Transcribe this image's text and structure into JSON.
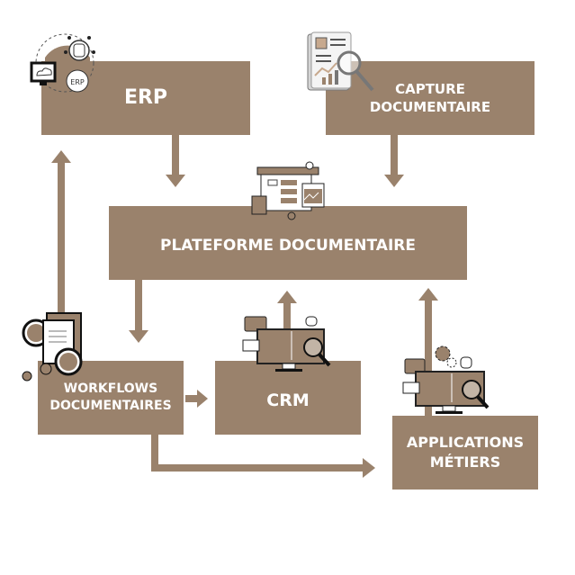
{
  "diagram": {
    "accent_color": "#9a826c",
    "nodes": {
      "erp": {
        "label": "ERP",
        "icon": "erp-network-icon"
      },
      "capture": {
        "line1": "CAPTURE",
        "line2": "DOCUMENTAIRE",
        "icon": "document-analysis-icon"
      },
      "plateforme": {
        "label": "PLATEFORME DOCUMENTAIRE",
        "icon": "workflow-board-icon"
      },
      "workflows": {
        "line1": "WORKFLOWS",
        "line2": "DOCUMENTAIRES",
        "icon": "shared-folder-users-icon"
      },
      "crm": {
        "label": "CRM",
        "icon": "monitor-dashboard-icon"
      },
      "applications": {
        "line1": "APPLICATIONS",
        "line2": "MÉTIERS",
        "icon": "monitor-gears-icon"
      }
    },
    "edges": [
      {
        "from": "erp",
        "to": "plateforme"
      },
      {
        "from": "capture",
        "to": "plateforme"
      },
      {
        "from": "plateforme",
        "to": "workflows"
      },
      {
        "from": "workflows",
        "to": "erp"
      },
      {
        "from": "workflows",
        "to": "crm"
      },
      {
        "from": "workflows",
        "to": "applications"
      },
      {
        "from": "crm",
        "to": "plateforme"
      },
      {
        "from": "applications",
        "to": "plateforme"
      }
    ]
  }
}
